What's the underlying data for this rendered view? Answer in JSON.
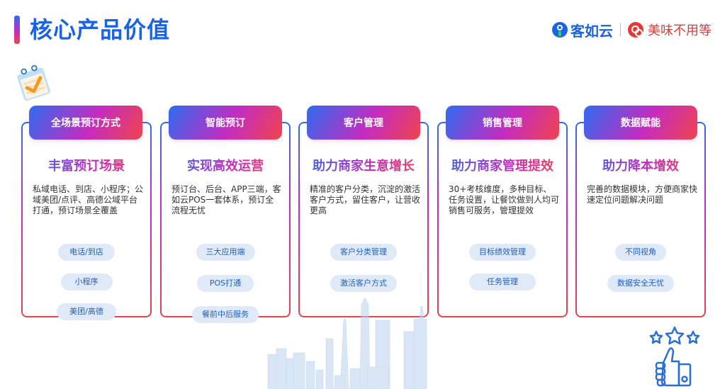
{
  "header": {
    "title": "核心产品价值",
    "logo_primary": "客如云",
    "logo_secondary": "美味不用等",
    "title_color": "#1a62e6"
  },
  "colors": {
    "gradient_start": "#2f6bf0",
    "gradient_mid": "#c42cc0",
    "gradient_end": "#f0444c",
    "tag_bg": "#dfe9f7",
    "tag_text": "#1f5fc0"
  },
  "cards": [
    {
      "header": "全场景预订方式",
      "subtitle": "丰富预订场景",
      "description": "私域电话、到店、小程序；公域美团/点评、高德公域平台打通，预订场景全覆盖",
      "tags": [
        "电话/到店",
        "小程序",
        "美团/高德"
      ]
    },
    {
      "header": "智能预订",
      "subtitle": "实现高效运营",
      "description": "预订台、后台、APP三端，客如云POS一套体系，预订全流程无忧",
      "tags": [
        "三大应用端",
        "POS打通",
        "餐前中后服务"
      ]
    },
    {
      "header": "客户管理",
      "subtitle": "助力商家生意增长",
      "description": "精准的客户分类，沉淀的激活客户方式，留住客户，让营收更高",
      "tags": [
        "客户分类管理",
        "激活客户方式"
      ]
    },
    {
      "header": "销售管理",
      "subtitle": "助力商家管理提效",
      "description": "30+考核维度，多种目标、任务设置，让餐饮做到人均可销售可服务，管理提效",
      "tags": [
        "目标绩效管理",
        "任务管理"
      ]
    },
    {
      "header": "数据赋能",
      "subtitle": "助力降本增效",
      "description": "完善的数据模块，方便商家快速定位问题解决问题",
      "tags": [
        "不同视角",
        "数据安全无忧"
      ]
    }
  ],
  "icons": {
    "calendar": "calendar-check-icon",
    "thumbs": "thumbs-up-stars-icon",
    "skyline": "city-skyline-illustration"
  }
}
